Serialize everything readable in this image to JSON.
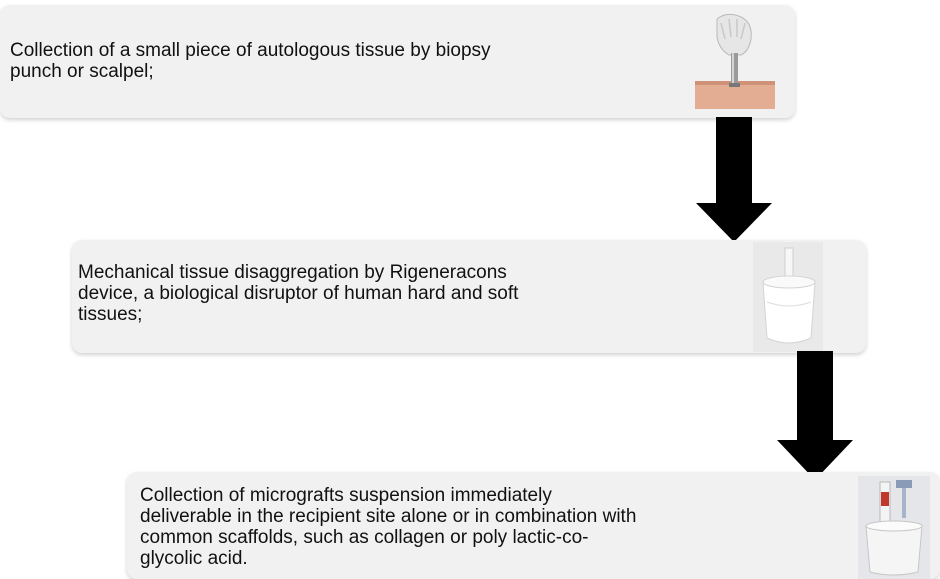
{
  "steps": [
    {
      "text": "Collection of a small piece of autologous tissue by biopsy\npunch or scalpel;",
      "image": "biopsy-punch-icon"
    },
    {
      "text": "Mechanical tissue disaggregation  by Rigeneracons\ndevice, a biological disruptor of human hard and soft\ntissues;",
      "image": "rigeneracons-device-icon"
    },
    {
      "text": "Collection of micrografts  suspension immediately\ndeliverable  in the recipient  site alone or in combination with\ncommon scaffolds, such as collagen or poly lactic-co-\nglycolic acid.",
      "image": "micrograft-syringe-icon"
    }
  ],
  "colors": {
    "box_fill": "#f1f1f1",
    "arrow": "#000000",
    "text": "#111111"
  }
}
